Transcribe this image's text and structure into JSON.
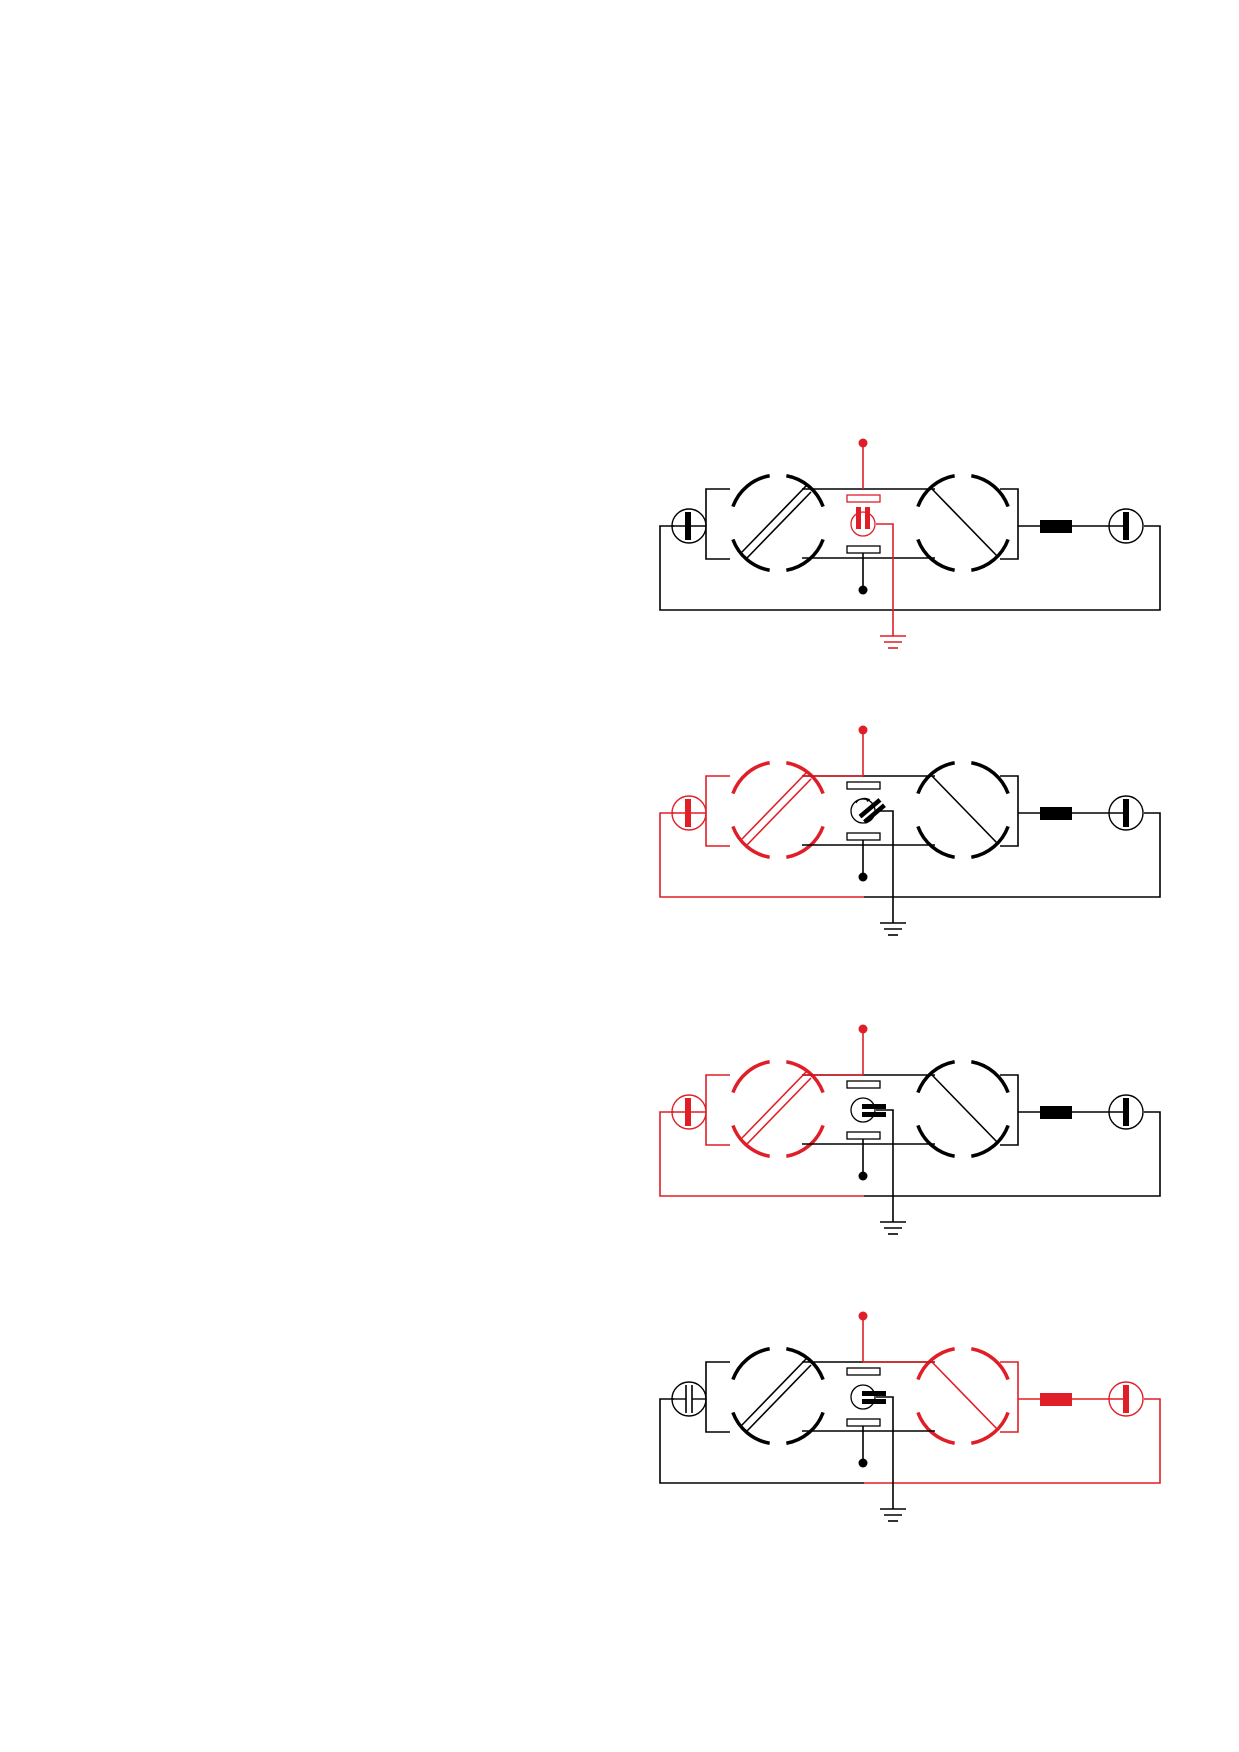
{
  "colors": {
    "background": "#ffffff",
    "line": "#000000",
    "active": "#e01e27"
  },
  "panels": [
    {
      "stage": 1,
      "left_switch": "idle",
      "right_switch": "idle",
      "center_rotor": "closed-vertical",
      "left_cell": "charged",
      "right_cell": "charged",
      "active_paths": [
        "top-terminal",
        "top-contact",
        "center-rotor",
        "rotor-to-ground"
      ]
    },
    {
      "stage": 2,
      "left_switch": "active",
      "right_switch": "idle",
      "center_rotor": "rotating",
      "left_cell": "charged",
      "right_cell": "charged",
      "active_paths": [
        "top-terminal",
        "left-switch",
        "left-cell",
        "left-loop"
      ]
    },
    {
      "stage": 3,
      "left_switch": "active",
      "right_switch": "idle",
      "center_rotor": "open-horizontal",
      "left_cell": "charged",
      "right_cell": "charged",
      "active_paths": [
        "top-terminal",
        "left-switch",
        "left-cell",
        "left-loop"
      ]
    },
    {
      "stage": 4,
      "left_switch": "idle",
      "right_switch": "active",
      "center_rotor": "open-horizontal",
      "left_cell": "empty",
      "right_cell": "charged",
      "active_paths": [
        "top-terminal",
        "right-switch",
        "right-resistor",
        "right-cell",
        "right-loop"
      ]
    }
  ]
}
